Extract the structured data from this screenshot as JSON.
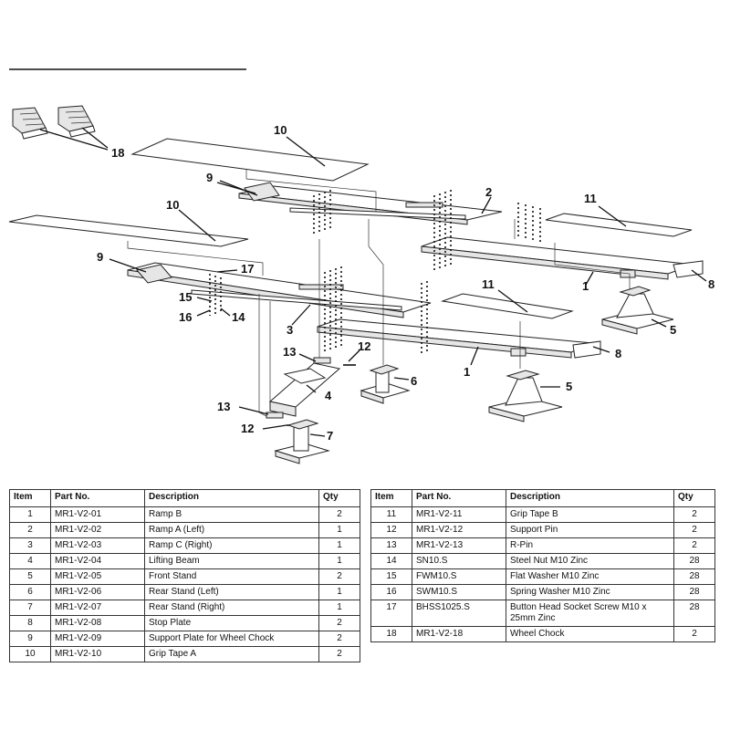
{
  "callouts": {
    "c1a": "1",
    "c1b": "1",
    "c2": "2",
    "c3": "3",
    "c4": "4",
    "c5a": "5",
    "c5b": "5",
    "c6": "6",
    "c7": "7",
    "c8a": "8",
    "c8b": "8",
    "c9a": "9",
    "c9b": "9",
    "c10a": "10",
    "c10b": "10",
    "c11a": "11",
    "c11b": "11",
    "c12a": "12",
    "c12b": "12",
    "c13a": "13",
    "c13b": "13",
    "c14": "14",
    "c15": "15",
    "c16": "16",
    "c17": "17",
    "c18": "18"
  },
  "table_headers": {
    "item": "Item",
    "part_no": "Part No.",
    "description": "Description",
    "qty": "Qty"
  },
  "parts_left": [
    {
      "item": "1",
      "part_no": "MR1-V2-01",
      "description": "Ramp B",
      "qty": "2"
    },
    {
      "item": "2",
      "part_no": "MR1-V2-02",
      "description": "Ramp A (Left)",
      "qty": "1"
    },
    {
      "item": "3",
      "part_no": "MR1-V2-03",
      "description": "Ramp C (Right)",
      "qty": "1"
    },
    {
      "item": "4",
      "part_no": "MR1-V2-04",
      "description": "Lifting Beam",
      "qty": "1"
    },
    {
      "item": "5",
      "part_no": "MR1-V2-05",
      "description": "Front Stand",
      "qty": "2"
    },
    {
      "item": "6",
      "part_no": "MR1-V2-06",
      "description": "Rear Stand (Left)",
      "qty": "1"
    },
    {
      "item": "7",
      "part_no": "MR1-V2-07",
      "description": "Rear Stand (Right)",
      "qty": "1"
    },
    {
      "item": "8",
      "part_no": "MR1-V2-08",
      "description": "Stop Plate",
      "qty": "2"
    },
    {
      "item": "9",
      "part_no": "MR1-V2-09",
      "description": "Support Plate for Wheel Chock",
      "qty": "2"
    },
    {
      "item": "10",
      "part_no": "MR1-V2-10",
      "description": "Grip Tape A",
      "qty": "2"
    }
  ],
  "parts_right": [
    {
      "item": "11",
      "part_no": "MR1-V2-11",
      "description": "Grip Tape B",
      "qty": "2"
    },
    {
      "item": "12",
      "part_no": "MR1-V2-12",
      "description": "Support Pin",
      "qty": "2"
    },
    {
      "item": "13",
      "part_no": "MR1-V2-13",
      "description": "R-Pin",
      "qty": "2"
    },
    {
      "item": "14",
      "part_no": "SN10.S",
      "description": "Steel Nut M10 Zinc",
      "qty": "28"
    },
    {
      "item": "15",
      "part_no": "FWM10.S",
      "description": "Flat Washer M10 Zinc",
      "qty": "28"
    },
    {
      "item": "16",
      "part_no": "SWM10.S",
      "description": "Spring Washer M10 Zinc",
      "qty": "28"
    },
    {
      "item": "17",
      "part_no": "BHSS1025.S",
      "description": "Button Head Socket Screw M10 x 25mm Zinc",
      "qty": "28"
    },
    {
      "item": "18",
      "part_no": "MR1-V2-18",
      "description": "Wheel Chock",
      "qty": "2"
    }
  ]
}
